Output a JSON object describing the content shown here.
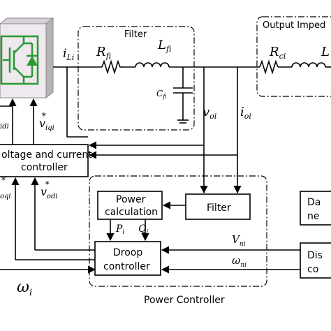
{
  "blocks": {
    "filter_region": "Filter",
    "output_impedance": "Output Imped",
    "vc_controller_line1": "oltage and current",
    "vc_controller_line2": "controller",
    "power_calculation_line1": "Power",
    "power_calculation_line2": "calculation",
    "filter_block": "Filter",
    "droop_line1": "Droop",
    "droop_line2": "controller",
    "power_controller": "Power Controller",
    "dispatch_top_line1": "Da",
    "dispatch_top_line2": "ne",
    "dispatch_bottom_line1": "Dis",
    "dispatch_bottom_line2": "co"
  },
  "symbols": {
    "i_L": "i",
    "i_L_sub": "Li",
    "R_f": "R",
    "R_f_sub": "fi",
    "L_f": "L",
    "L_f_sub": "fi",
    "C_f": "C",
    "C_f_sub": "fi",
    "v_o": "v",
    "v_o_sub": "oi",
    "i_o": "i",
    "i_o_sub": "oi",
    "R_c": "R",
    "R_c_sub": "ci",
    "L_c": "L",
    "v_iq": "v",
    "v_iq_sub": "iqi",
    "v_iq_sup": "*",
    "v_id_sub": "idi",
    "v_od": "v",
    "v_od_sub": "odi",
    "v_od_sup": "*",
    "v_oq_sub": "oqi",
    "v_oq_sup": "*",
    "P": "P",
    "P_sub": "i",
    "Q": "Q",
    "Q_sub": "i",
    "V_n": "V",
    "V_n_sub": "ni",
    "omega_n": "ω",
    "omega_n_sub": "ni",
    "omega": "ω",
    "omega_sub": "i"
  },
  "colors": {
    "inverter_green": "#2e9a34",
    "inverter_face": "#efe8ef",
    "inverter_side": "#b9b2b9"
  }
}
